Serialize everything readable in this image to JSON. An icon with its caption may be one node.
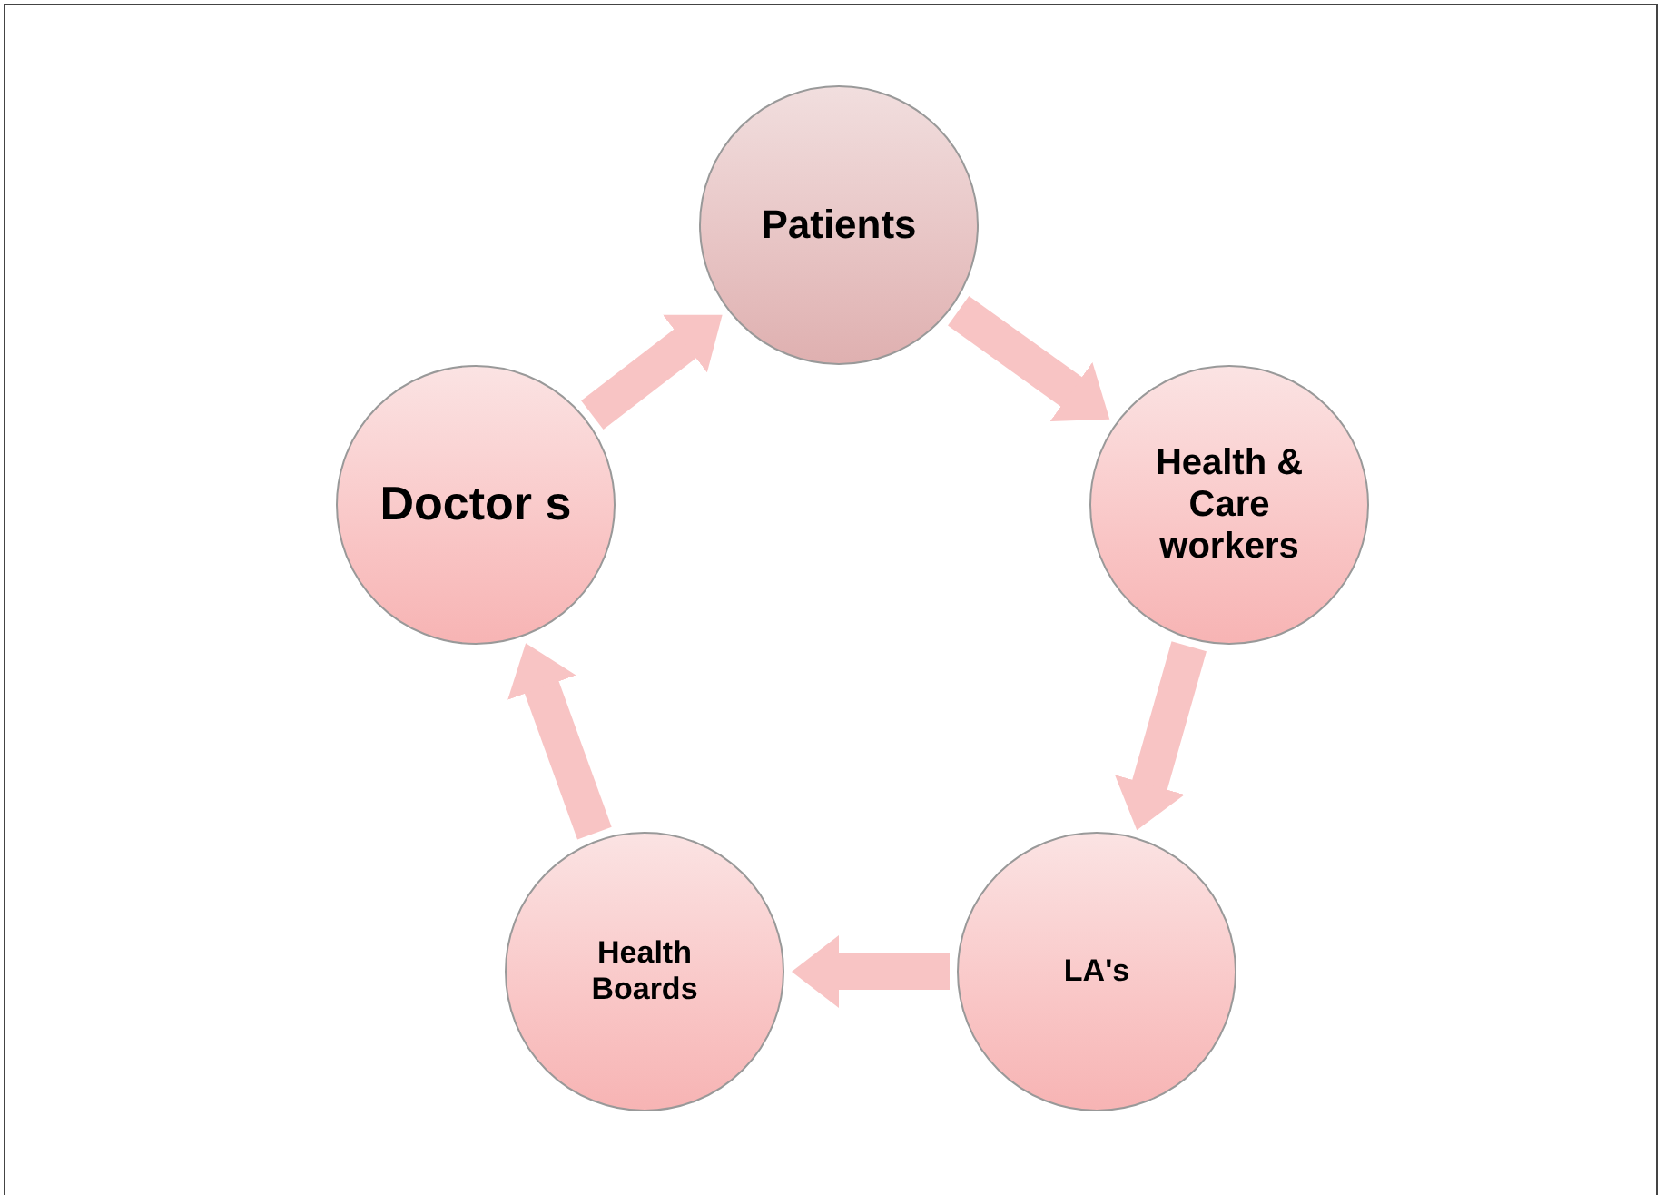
{
  "diagram": {
    "nodes": [
      {
        "text": [
          "Patients"
        ]
      },
      {
        "text": [
          "Health & Care workers"
        ]
      },
      {
        "text": [
          "LA's"
        ]
      },
      {
        "text": [
          "Health Boards"
        ]
      },
      {
        "text": [
          "Doctor s"
        ]
      }
    ],
    "edges": [
      {
        "from": 0,
        "to": 1,
        "arrow": "to"
      },
      {
        "from": 1,
        "to": 2,
        "arrow": "to"
      },
      {
        "from": 2,
        "to": 3,
        "arrow": "to"
      },
      {
        "from": 3,
        "to": 4,
        "arrow": "to"
      },
      {
        "from": 4,
        "to": 0,
        "arrow": "to"
      }
    ]
  }
}
